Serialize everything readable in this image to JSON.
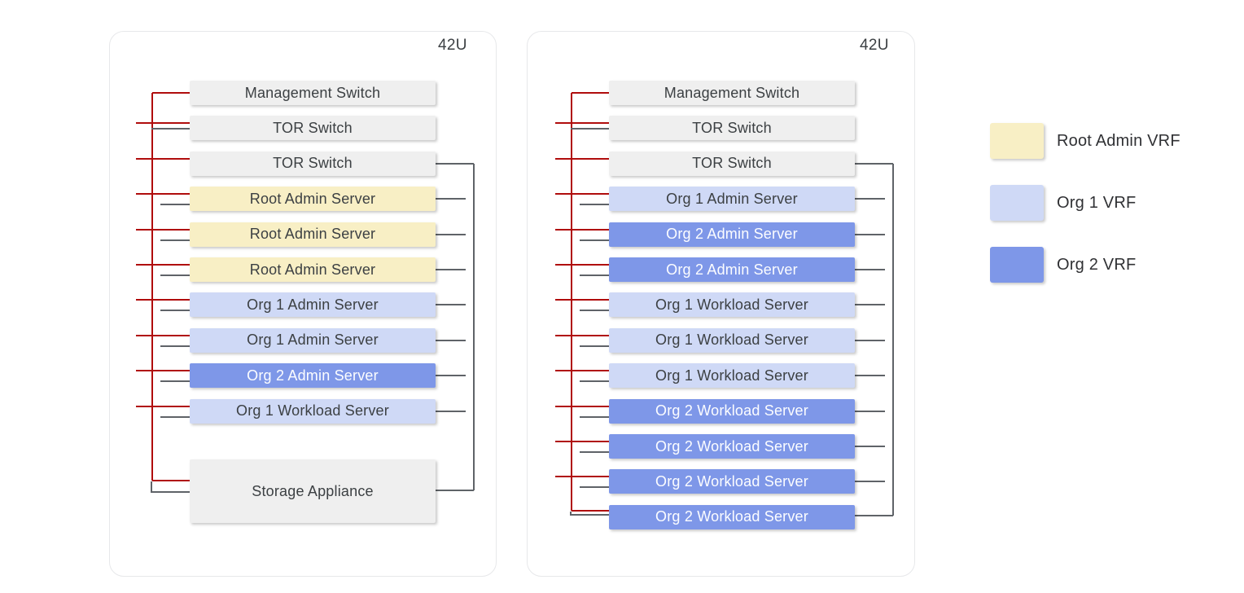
{
  "racks": [
    {
      "label": "42U",
      "units": [
        {
          "label": "Management Switch",
          "vrf": "infra"
        },
        {
          "label": "TOR Switch",
          "vrf": "infra"
        },
        {
          "label": "TOR Switch",
          "vrf": "infra"
        },
        {
          "label": "Root Admin Server",
          "vrf": "root-admin"
        },
        {
          "label": "Root Admin Server",
          "vrf": "root-admin"
        },
        {
          "label": "Root Admin Server",
          "vrf": "root-admin"
        },
        {
          "label": "Org 1 Admin Server",
          "vrf": "org1"
        },
        {
          "label": "Org 1 Admin Server",
          "vrf": "org1"
        },
        {
          "label": "Org 2 Admin Server",
          "vrf": "org2"
        },
        {
          "label": "Org 1 Workload Server",
          "vrf": "org1"
        },
        {
          "label": "Storage Appliance",
          "vrf": "infra",
          "tall": true
        }
      ]
    },
    {
      "label": "42U",
      "units": [
        {
          "label": "Management Switch",
          "vrf": "infra"
        },
        {
          "label": "TOR Switch",
          "vrf": "infra"
        },
        {
          "label": "TOR Switch",
          "vrf": "infra"
        },
        {
          "label": "Org 1 Admin Server",
          "vrf": "org1"
        },
        {
          "label": "Org 2 Admin Server",
          "vrf": "org2"
        },
        {
          "label": "Org 2 Admin Server",
          "vrf": "org2"
        },
        {
          "label": "Org 1 Workload Server",
          "vrf": "org1"
        },
        {
          "label": "Org 1 Workload Server",
          "vrf": "org1"
        },
        {
          "label": "Org 1 Workload Server",
          "vrf": "org1"
        },
        {
          "label": "Org 2 Workload Server",
          "vrf": "org2"
        },
        {
          "label": "Org 2 Workload Server",
          "vrf": "org2"
        },
        {
          "label": "Org 2 Workload Server",
          "vrf": "org2"
        },
        {
          "label": "Org 2 Workload Server",
          "vrf": "org2"
        }
      ]
    }
  ],
  "legend": {
    "items": [
      {
        "label": "Root Admin VRF",
        "color": "#f8efc5"
      },
      {
        "label": "Org 1 VRF",
        "color": "#cfd9f6"
      },
      {
        "label": "Org 2 VRF",
        "color": "#7e97e8"
      }
    ]
  },
  "colors": {
    "infrastructure_box": "#efefef",
    "root_admin_vrf": "#f8efc5",
    "org1_vrf": "#cfd9f6",
    "org2_vrf": "#7e97e8",
    "management_network_line": "#b00d0d",
    "data_network_line": "#5f6368"
  }
}
